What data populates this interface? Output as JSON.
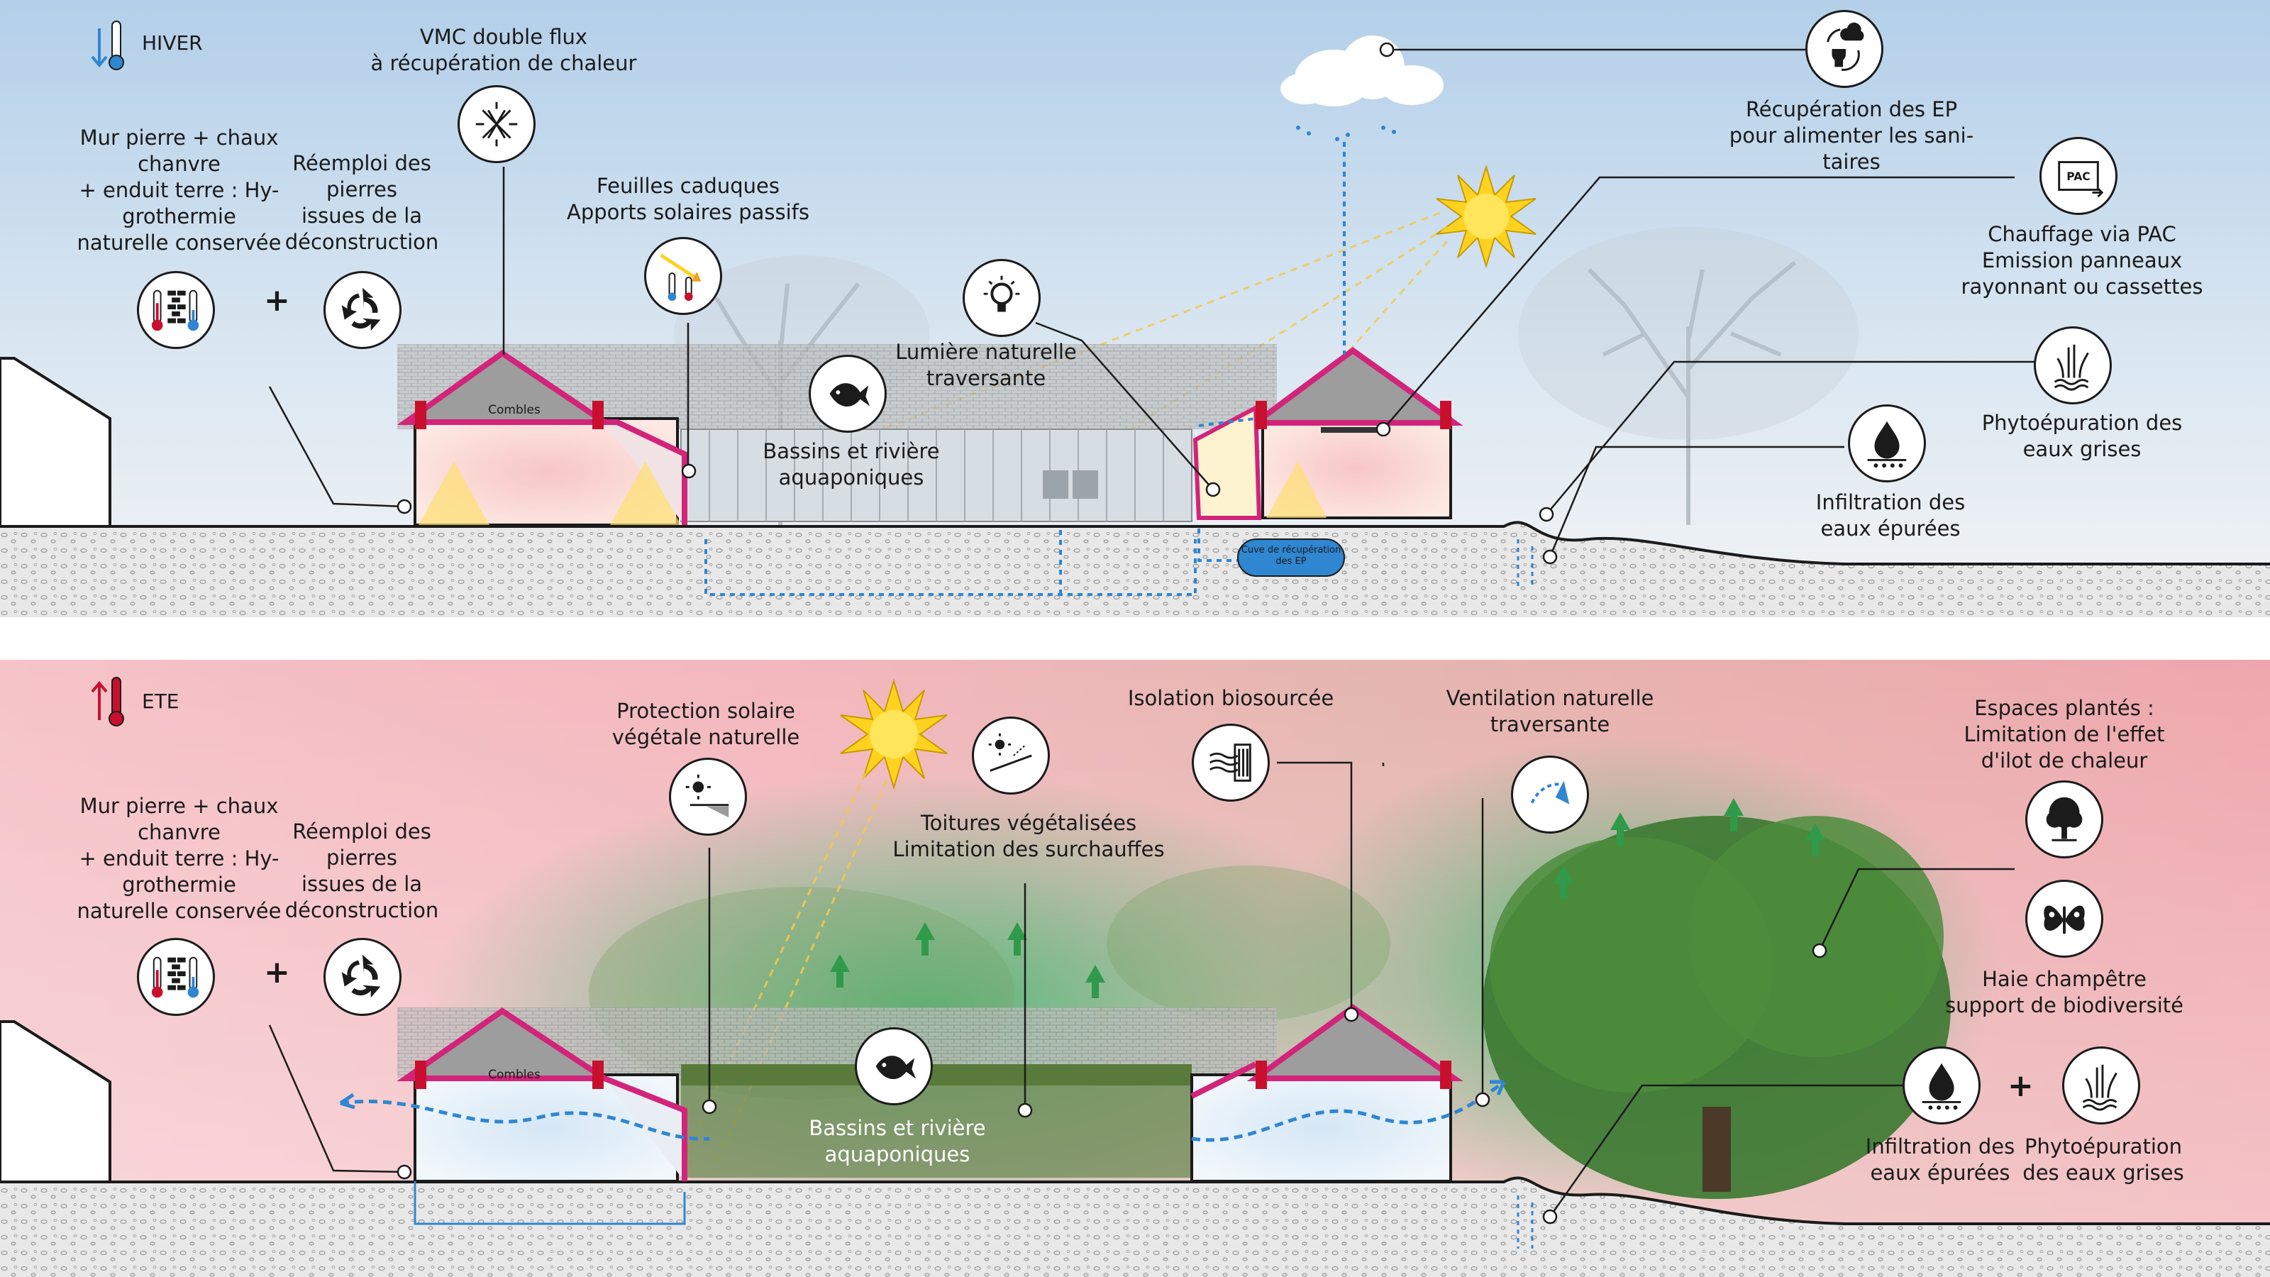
{
  "winter": {
    "season_label": "HIVER",
    "mur_lines": [
      "Mur pierre + chaux",
      "chanvre",
      "+ enduit terre :  Hy-",
      "grothermie",
      "naturelle conservée"
    ],
    "reemploi_lines": [
      "Réemploi des",
      "pierres",
      "issues de la",
      "déconstruction"
    ],
    "vmc_lines": [
      "VMC double flux",
      "à récupération de chaleur"
    ],
    "feuilles_lines": [
      "Feuilles caduques",
      "Apports solaires passifs"
    ],
    "lumiere_lines": [
      "Lumière naturelle",
      "traversante"
    ],
    "bassins_lines": [
      "Bassins et rivière",
      "aquaponiques"
    ],
    "recup_lines": [
      "Récupération des EP",
      "pour alimenter les sani-",
      "taires"
    ],
    "pac_lines": [
      "Chauffage via PAC",
      "Emission panneaux",
      "rayonnant ou cassettes"
    ],
    "pac_badge": "PAC",
    "phyto_lines": [
      "Phytoépuration des",
      "eaux grises"
    ],
    "infiltration_lines": [
      "Infiltration des",
      "eaux épurées"
    ],
    "combles": "Combles",
    "cuve_lines": [
      "Cuve de récupération",
      "des EP"
    ],
    "plus": "+"
  },
  "summer": {
    "season_label": "ETE",
    "mur_lines": [
      "Mur pierre + chaux",
      "chanvre",
      "+ enduit terre :  Hy-",
      "grothermie",
      "naturelle conservée"
    ],
    "reemploi_lines": [
      "Réemploi des",
      "pierres",
      "issues de la",
      "déconstruction"
    ],
    "protection_lines": [
      "Protection solaire",
      "végétale naturelle"
    ],
    "toitures_lines": [
      "Toitures végétalisées",
      "Limitation des surchauffes"
    ],
    "isolation_lines": [
      "Isolation biosourcée"
    ],
    "ventilation_lines": [
      "Ventilation naturelle",
      "traversante"
    ],
    "espaces_lines": [
      "Espaces plantés :",
      "Limitation de l'effet",
      "d'ilot de chaleur"
    ],
    "haie_lines": [
      "Haie champêtre",
      "support de biodiversité"
    ],
    "bassins_lines": [
      "Bassins et rivière",
      "aquaponiques"
    ],
    "infiltration_lines": [
      "Infiltration des",
      "eaux épurées"
    ],
    "phyto_lines": [
      "Phytoépuration",
      "des eaux grises"
    ],
    "combles": "Combles",
    "plus1": "+",
    "plus2": "+"
  },
  "colors": {
    "winter_sky": "#b9d3ea",
    "summer_sky": "#f1a8b0",
    "ground": "#e6e6e6",
    "roof_insulation": "#d2247a",
    "water_blue": "#2f86d1",
    "sun": "#ffd21f",
    "vegetation": "#2f9a4a"
  },
  "icons": [
    "thermometer-wall-icon",
    "recycle-icon",
    "vmc-icon",
    "deciduous-sun-icon",
    "bulb-icon",
    "fish-icon",
    "rain-toilet-icon",
    "pac-icon",
    "reed-icon",
    "drop-icon",
    "sun-shade-icon",
    "roof-sun-icon",
    "insulation-icon",
    "wind-icon",
    "tree-icon",
    "butterfly-icon"
  ]
}
